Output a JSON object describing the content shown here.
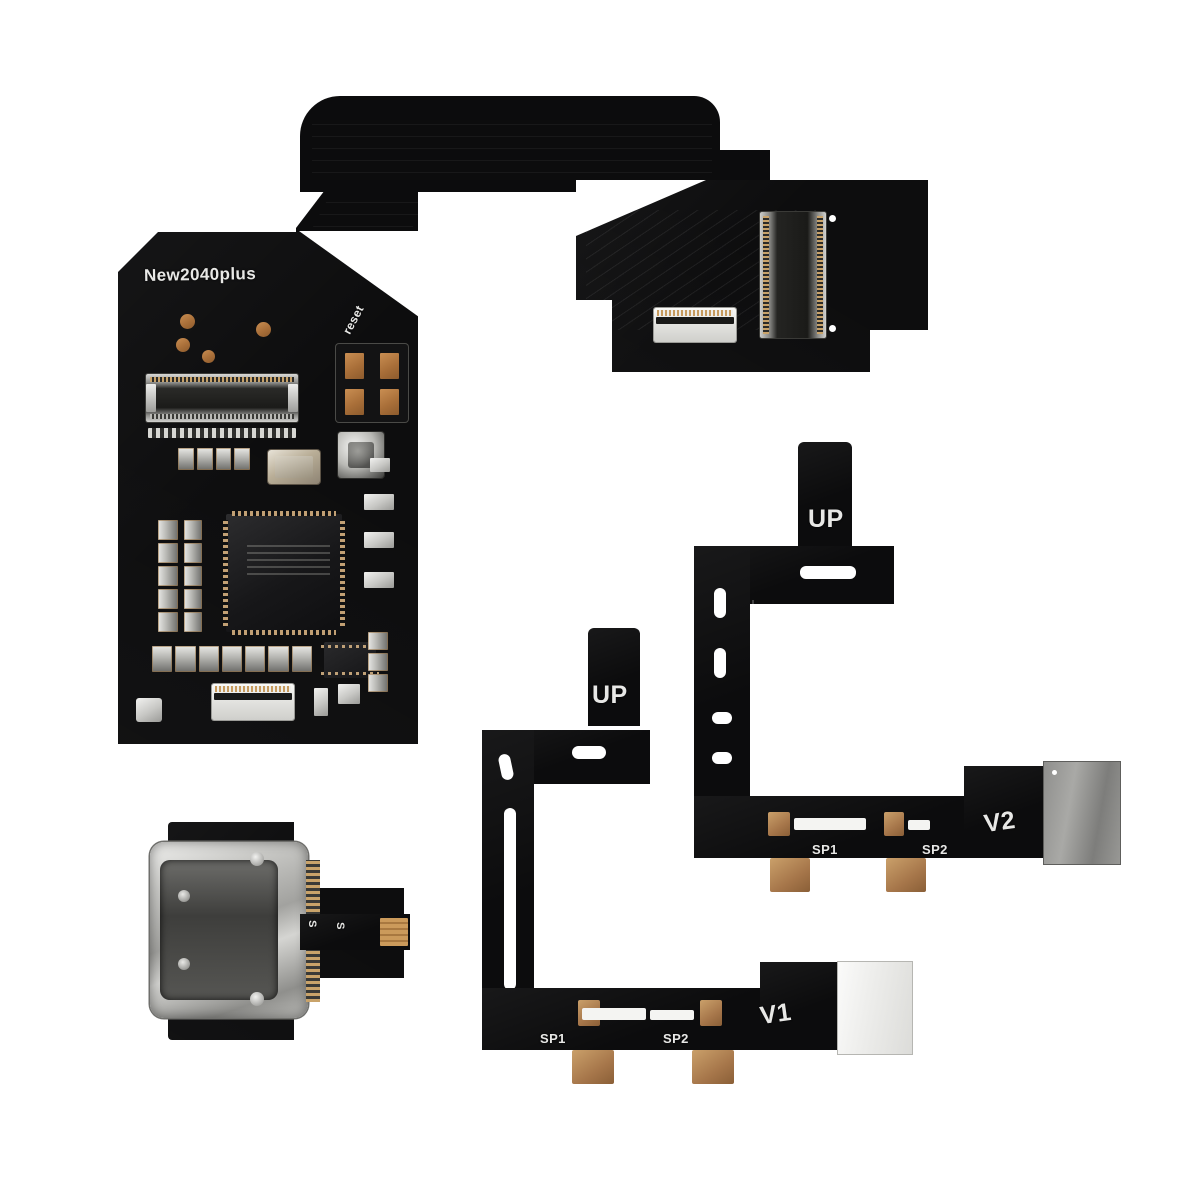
{
  "scene": {
    "title": "New2040plus modchip kit product photo",
    "background_color": "#ffffff",
    "pcb_color": "#0d0d0e",
    "copper_color": "#a9733c",
    "silkscreen_color": "#e8e8e6"
  },
  "main_board": {
    "brand_label": "New2040plus",
    "reset_label": "reset",
    "component_names": {
      "fpc_connector": "fpc-connector",
      "tact_switch": "tact-switch",
      "crystal": "crystal-oscillator",
      "mcu": "mcu-qfn-chip",
      "zif_connector": "zif-connector",
      "test_points": "test-points"
    }
  },
  "top_connector_board": {
    "vertical_fpc_label": "fpc-vertical-connector",
    "white_zif_label": "zif-white-connector"
  },
  "cable_v2": {
    "up_label": "UP",
    "sp1_label": "SP1",
    "sp2_label": "SP2",
    "version_label": "V2",
    "end_connector": "gray"
  },
  "cable_v1": {
    "up_label": "UP",
    "sp1_label": "SP1",
    "sp2_label": "SP2",
    "version_label": "V1",
    "end_connector": "white"
  },
  "usbc_board": {
    "connector_label": "usb-c-connector",
    "tail_label": "flex-tail-contacts"
  }
}
